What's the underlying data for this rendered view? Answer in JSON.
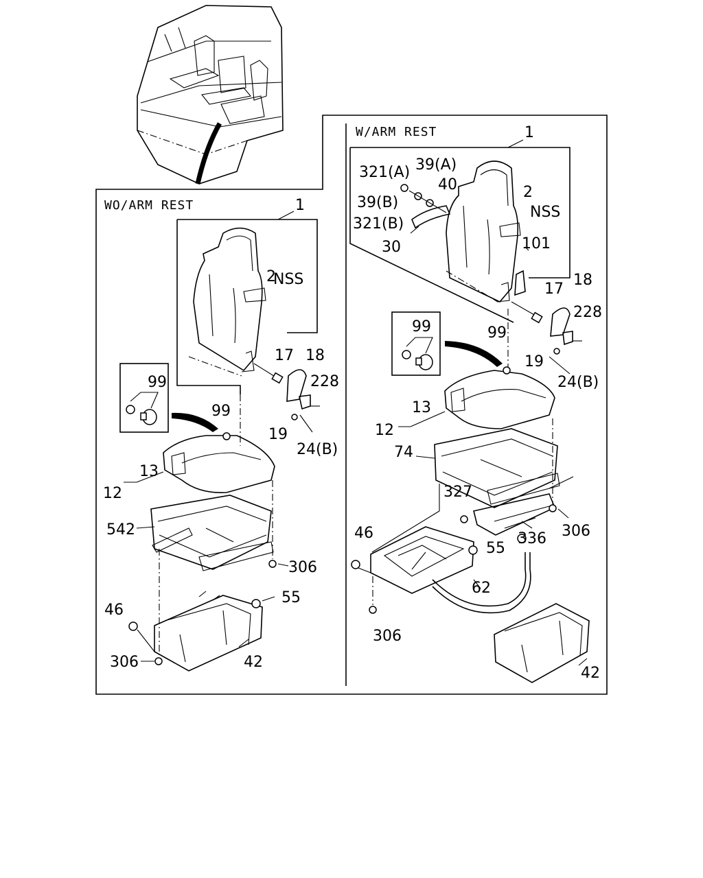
{
  "panels": {
    "left_title": "WO/ARM REST",
    "right_title": "W/ARM REST"
  },
  "left_labels": {
    "p1": "1",
    "p2": "2",
    "nss": "NSS",
    "p17": "17",
    "p18": "18",
    "p228": "228",
    "p19": "19",
    "p24b": "24(B)",
    "p99box": "99",
    "p99": "99",
    "p13": "13",
    "p12": "12",
    "p542": "542",
    "p306a": "306",
    "p55": "55",
    "p46": "46",
    "p306b": "306",
    "p42": "42"
  },
  "right_labels": {
    "p1": "1",
    "p321a": "321(A)",
    "p39a": "39(A)",
    "p40": "40",
    "p39b": "39(B)",
    "p2": "2",
    "nss": "NSS",
    "p321b": "321(B)",
    "p30": "30",
    "p101": "101",
    "p17": "17",
    "p18": "18",
    "p228": "228",
    "p19": "19",
    "p24b": "24(B)",
    "p99box": "99",
    "p99": "99",
    "p13": "13",
    "p12": "12",
    "p74": "74",
    "p327": "327",
    "p306a": "306",
    "p46": "46",
    "p55": "55",
    "p336": "336",
    "p62": "62",
    "p306b": "306",
    "p42": "42"
  }
}
